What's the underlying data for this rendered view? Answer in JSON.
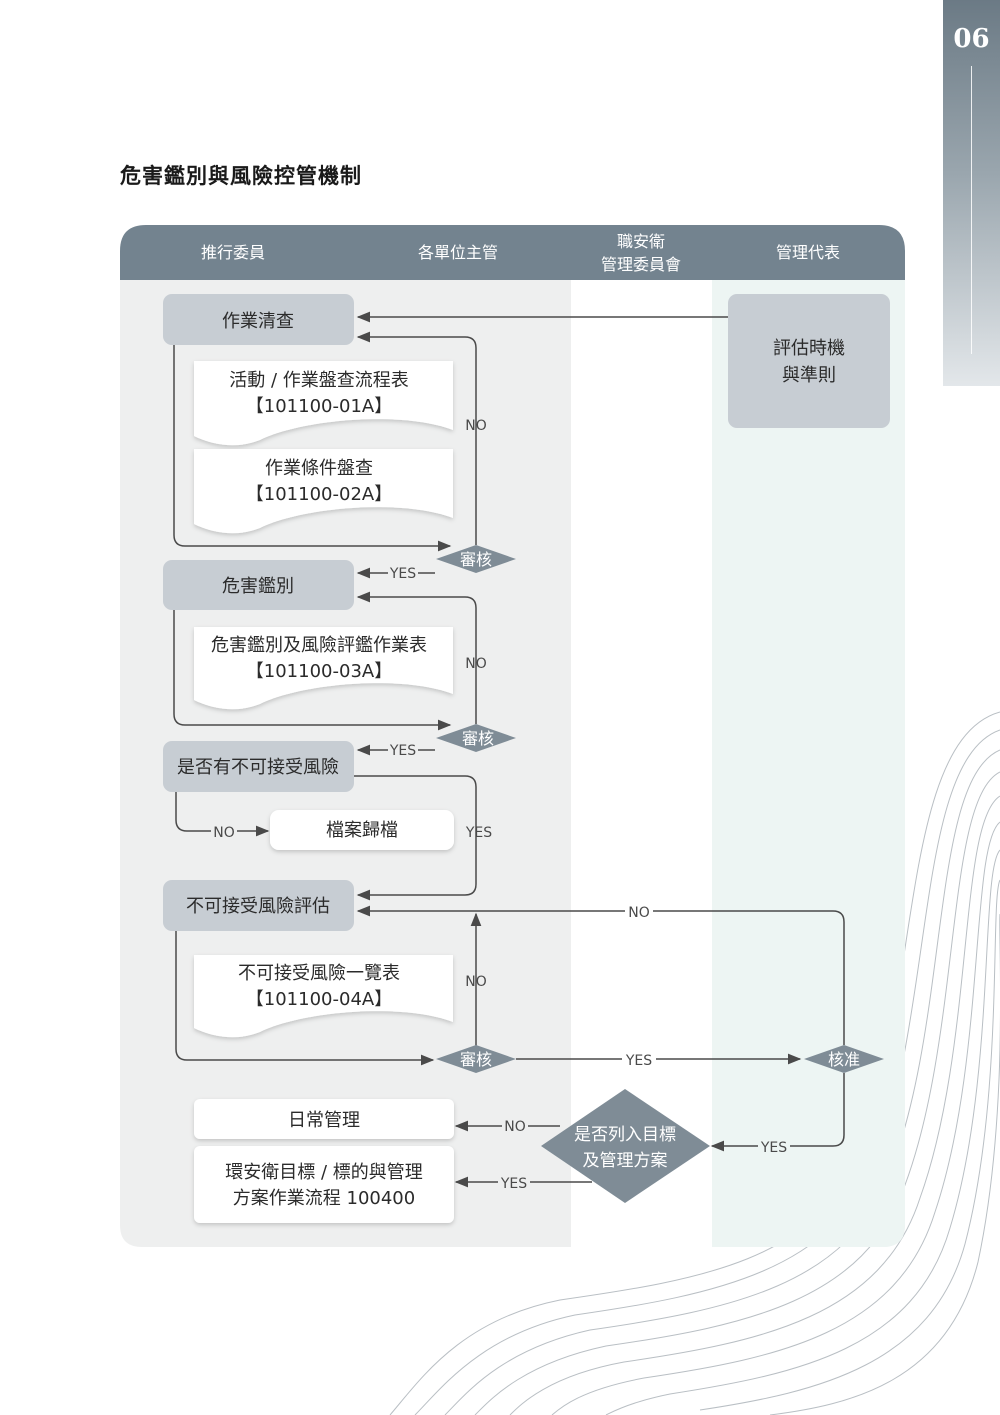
{
  "page": {
    "number": "06",
    "title": "危害鑑別與風險控管機制"
  },
  "lanes": [
    "推行委員",
    "各單位主管",
    "職安衛",
    "管理委員會",
    "管理代表"
  ],
  "nodes": {
    "n1": "作業清查",
    "d1a": "活動 / 作業盤查流程表",
    "d1b": "【101100-01A】",
    "d2a": "作業條件盤查",
    "d2b": "【101100-02A】",
    "n2": "危害鑑別",
    "d3a": "危害鑑別及風險評鑑作業表",
    "d3b": "【101100-03A】",
    "n3": "是否有不可接受風險",
    "n4": "檔案歸檔",
    "n5": "不可接受風險評估",
    "d4a": "不可接受風險一覽表",
    "d4b": "【101100-04A】",
    "n6": "日常管理",
    "n7a": "環安衛目標 / 標的與管理",
    "n7b": "方案作業流程 100400",
    "n8a": "評估時機",
    "n8b": "與準則",
    "dec1": "審核",
    "dec2": "審核",
    "dec3": "審核",
    "dec4": "核准",
    "dec5a": "是否列入目標",
    "dec5b": "及管理方案"
  },
  "labels": {
    "no1": "NO",
    "yes1": "YES",
    "no2": "NO",
    "yes2": "YES",
    "no3": "NO",
    "yes3": "YES",
    "no4": "NO",
    "no5": "NO",
    "yes4": "YES",
    "yes5": "YES",
    "no6": "NO",
    "yes6": "YES"
  },
  "colors": {
    "header": "#73838f",
    "lane_gray": "#eeefef",
    "lane_mint": "#edf5f3",
    "node_fill": "#c7cdd3",
    "diamond": "#7f8c96",
    "line": "#4a4a4a"
  }
}
